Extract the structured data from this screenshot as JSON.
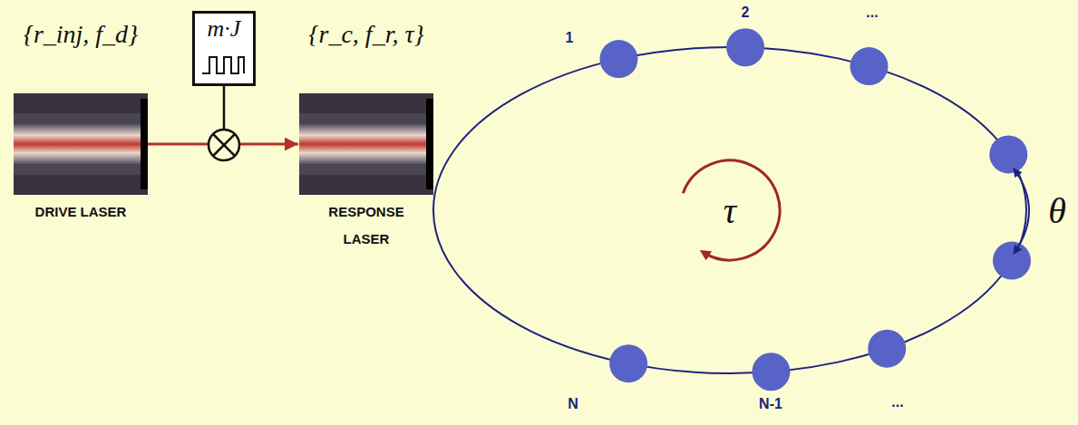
{
  "diagram": {
    "nodes": [
      {
        "text": [
          "{r_inj, f_d}",
          "DRIVE LASER"
        ]
      },
      {
        "text": [
          "m·J"
        ]
      },
      {
        "text": [
          "{r_c, f_r, τ}",
          "RESPONSE LASER"
        ]
      }
    ],
    "edges": [
      {
        "from": 0,
        "to": 2,
        "arrow": "to"
      }
    ],
    "labels": [
      "1",
      "2",
      "...",
      "N",
      "N-1",
      "...",
      "τ",
      "θ"
    ]
  }
}
